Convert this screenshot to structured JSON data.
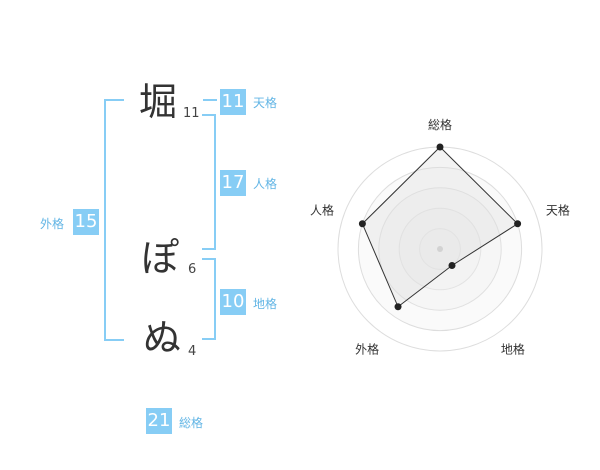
{
  "name_chars": [
    {
      "char": "堀",
      "strokes": "11"
    },
    {
      "char": "ぽ",
      "strokes": "6"
    },
    {
      "char": "ぬ",
      "strokes": "4"
    }
  ],
  "fortune": {
    "tenkaku": {
      "value": "11",
      "label": "天格"
    },
    "jinkaku": {
      "value": "17",
      "label": "人格"
    },
    "chikaku": {
      "value": "10",
      "label": "地格"
    },
    "gaikaku": {
      "value": "15",
      "label": "外格"
    },
    "soukaku": {
      "value": "21",
      "label": "総格"
    }
  },
  "colors": {
    "accent": "#87cdf5",
    "label": "#62b5e5"
  },
  "chart_data": {
    "type": "radar",
    "axes": [
      "総格",
      "天格",
      "地格",
      "外格",
      "人格"
    ],
    "values": [
      5,
      4,
      1,
      3.5,
      4
    ],
    "max": 5,
    "rings": 5
  }
}
